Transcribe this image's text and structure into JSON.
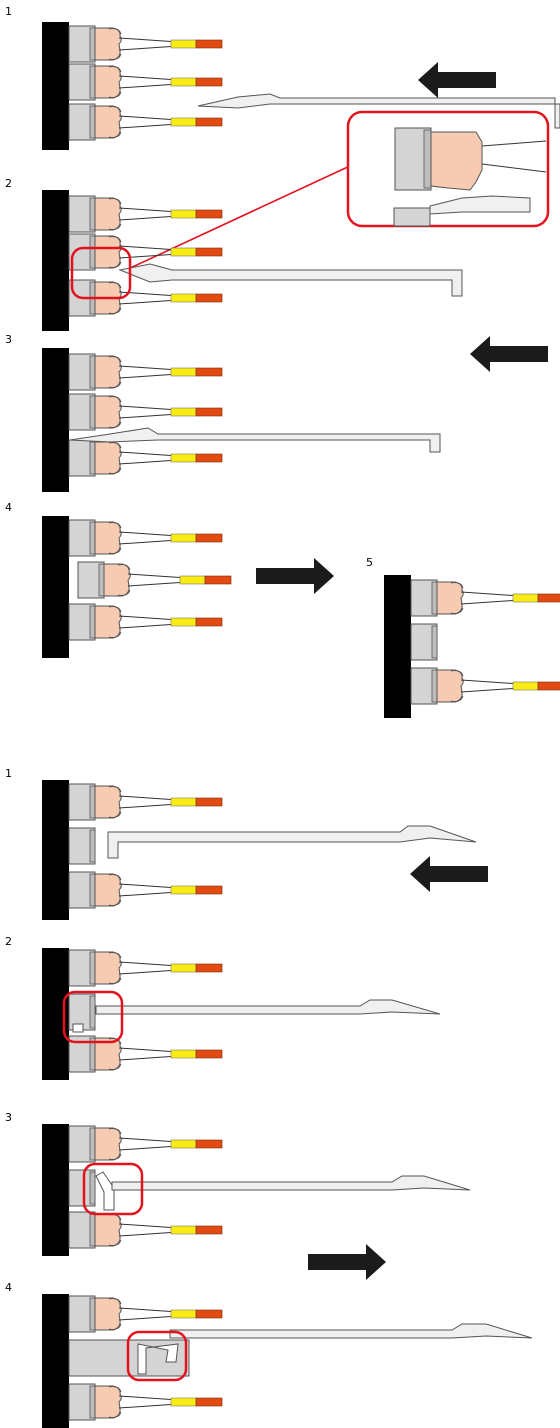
{
  "colors": {
    "panel": "#000000",
    "housing": "#d4d4d4",
    "housing_stroke": "#555555",
    "boot": "#f6cbb1",
    "boot_stroke": "#555555",
    "yellow_band": "#f8ec12",
    "orange_band": "#e14a10",
    "wire": "#333333",
    "tool_fill": "#f0f0f0",
    "tool_stroke": "#555555",
    "arrow": "#1b1b1b",
    "highlight": "#e2131f"
  },
  "icons": {
    "arrow_left": "arrow-left-icon",
    "arrow_right": "arrow-right-icon",
    "highlight": "highlight-circle-icon",
    "tool": "extraction-tool-icon",
    "connector": "connector-icon"
  },
  "sequence_a": {
    "steps": [
      {
        "label": "1"
      },
      {
        "label": "2"
      },
      {
        "label": "3"
      },
      {
        "label": "4"
      },
      {
        "label": "5"
      }
    ]
  },
  "sequence_b": {
    "steps": [
      {
        "label": "1"
      },
      {
        "label": "2"
      },
      {
        "label": "3"
      },
      {
        "label": "4"
      }
    ]
  }
}
